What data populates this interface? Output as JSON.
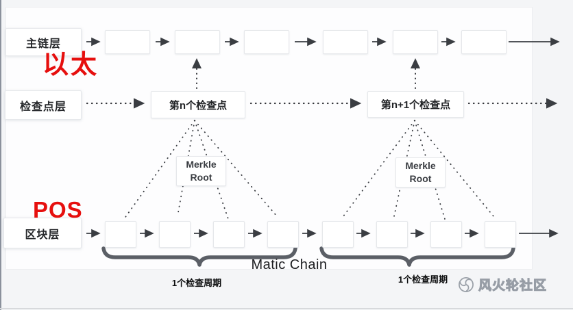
{
  "layers": {
    "main_chain": "主链层",
    "checkpoint": "检查点层",
    "block": "区块层"
  },
  "annotations": {
    "ethereum": "以太",
    "pos": "POS"
  },
  "checkpoints": {
    "nth": "第n个检查点",
    "n_plus_1": "第n+1个检查点"
  },
  "merkle_root": "Merkle Root",
  "chain_name": "Matic Chain",
  "cycle_label": "1个检查周期",
  "watermark": {
    "community": "风火轮社区"
  },
  "colors": {
    "annotation_red": "#e60f0e",
    "arrow_dark": "#3a3d42",
    "brace_gray": "#5b5f66",
    "watermark_gray": "#979da6",
    "box_border": "#e6e8eb",
    "panel_bg": "#fdfdfe"
  }
}
